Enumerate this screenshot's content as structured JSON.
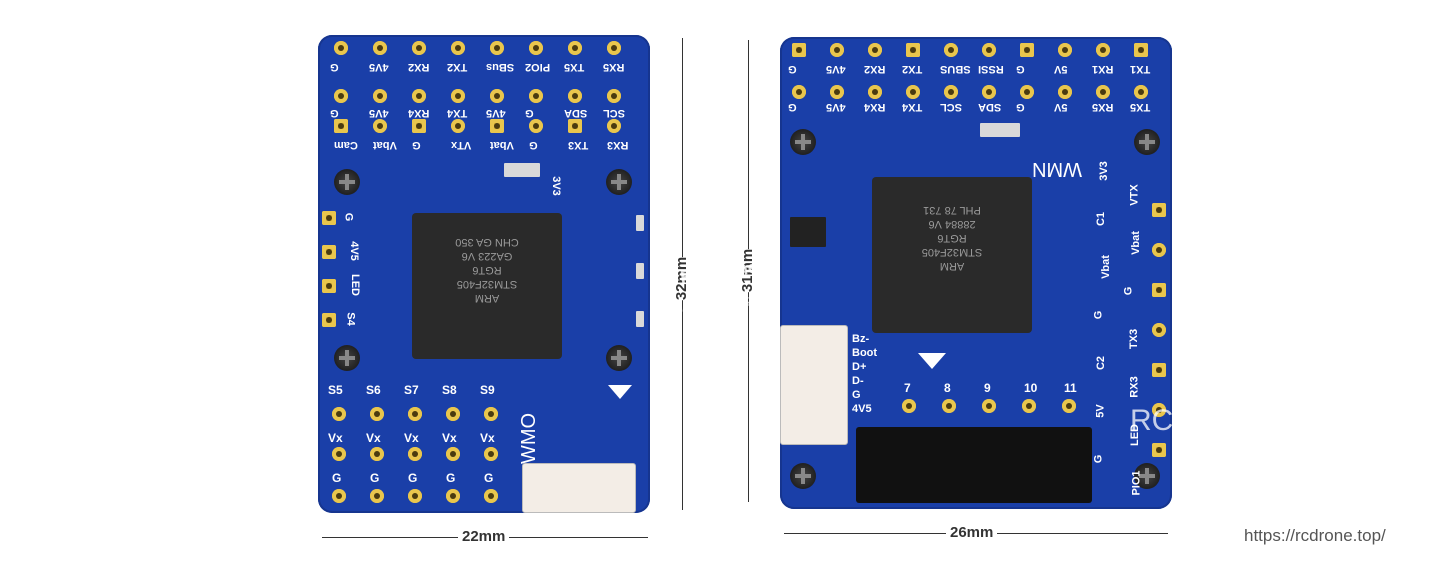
{
  "left_board": {
    "top_row1": [
      "G",
      "4V5",
      "RX2",
      "TX2",
      "SBus",
      "PIO2",
      "TX5",
      "RX5"
    ],
    "top_row2": [
      "G",
      "4V5",
      "RX4",
      "TX4",
      "4V5",
      "G",
      "SDA",
      "SCL"
    ],
    "top_row3": [
      "Cam",
      "Vbat",
      "G",
      "VTx",
      "Vbat",
      "G",
      "TX3",
      "RX3"
    ],
    "side_labels": [
      "G",
      "4V5",
      "LED",
      "S4"
    ],
    "bottom_servo": [
      "S5",
      "S6",
      "S7",
      "S8",
      "S9"
    ],
    "vx_row": [
      "Vx",
      "Vx",
      "Vx",
      "Vx",
      "Vx"
    ],
    "g_row": [
      "G",
      "G",
      "G",
      "G",
      "G"
    ],
    "chip_lines": [
      "ARM",
      "STM32F405",
      "RGT6",
      "GA223 V6",
      "CHN GA 350"
    ],
    "badge_3v3": "3V3",
    "logo_text": "WMO"
  },
  "right_board": {
    "top_row1": [
      "G",
      "4V5",
      "RX2",
      "TX2",
      "SBUS",
      "RSSI",
      "G",
      "5V",
      "RX1",
      "TX1"
    ],
    "top_row2": [
      "G",
      "4V5",
      "RX4",
      "TX4",
      "SCL",
      "SDA",
      "G",
      "5V",
      "RX5",
      "TX5"
    ],
    "right_labels": [
      "3V3",
      "VTX",
      "C1",
      "Vbat",
      "Vbat",
      "G",
      "G",
      "TX3",
      "C2",
      "RX3",
      "5V",
      "LED",
      "G",
      "PIO1"
    ],
    "left_labels": [
      "Bz-",
      "Boot",
      "D+",
      "D-",
      "G",
      "4V5"
    ],
    "bottom_pads": [
      "7",
      "8",
      "9",
      "10",
      "11"
    ],
    "chip_lines": [
      "ARM",
      "STM32F405",
      "RGT6",
      "28884 V6",
      "PHL 78 731"
    ],
    "logo_text": "WMN"
  },
  "dimensions": {
    "left_width": "22mm",
    "left_height": "32mm",
    "right_width": "26mm",
    "right_height": "31mm"
  },
  "watermark": {
    "brand": "RCDrone",
    "brand_small": "RCDrone",
    "url_small": "https://rcdrone.top",
    "url": "https://rcdrone.top/"
  },
  "colors": {
    "pcb": "#1a3fa8",
    "pad": "#d8b23a",
    "chip": "#2a2a2a"
  }
}
